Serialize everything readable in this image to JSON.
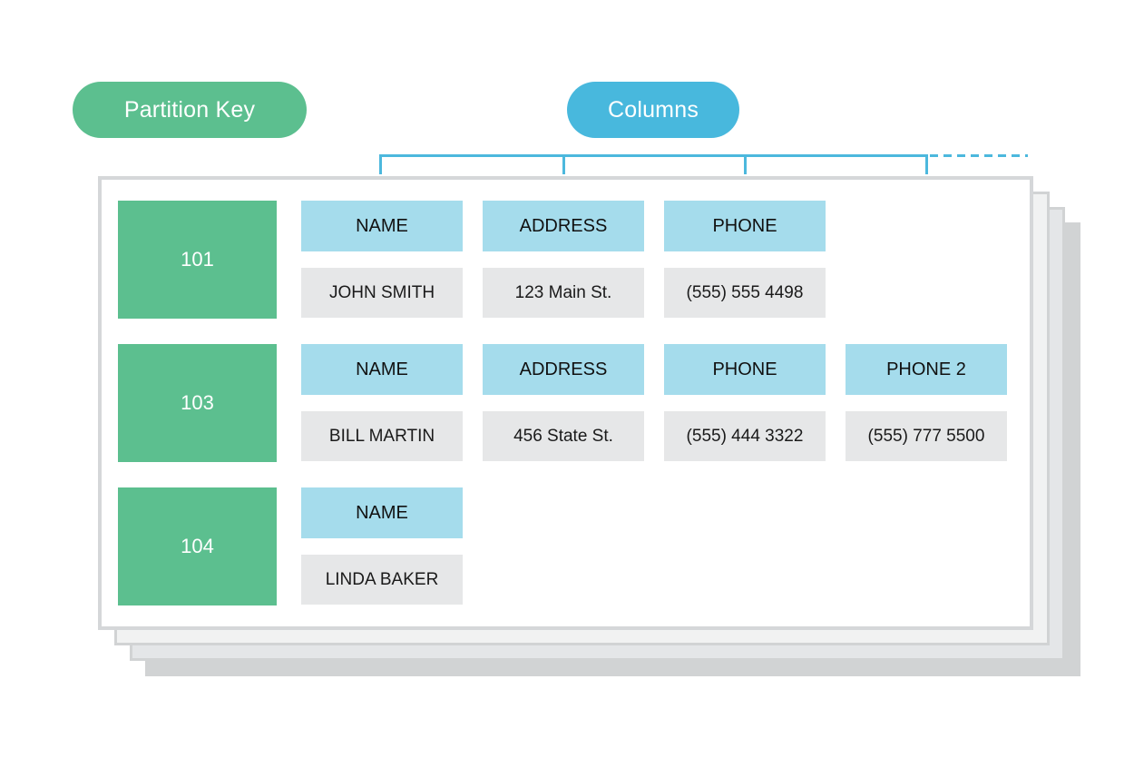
{
  "legend": {
    "partition_key_label": "Partition Key",
    "partition_key_color": "#5cbf8f",
    "columns_label": "Columns",
    "columns_color": "#48b8dd",
    "bracket_color": "#4cb8dd"
  },
  "theme": {
    "header_cell_color": "#a5dcec",
    "value_cell_color": "#e6e7e8",
    "card_border_color": "#d5d7d9",
    "stack_colors": [
      "#f1f2f2",
      "#e4e6e8",
      "#d1d3d4"
    ]
  },
  "table": {
    "rows": [
      {
        "partition_key": "101",
        "columns": [
          {
            "header": "NAME",
            "value": "JOHN SMITH"
          },
          {
            "header": "ADDRESS",
            "value": "123 Main St."
          },
          {
            "header": "PHONE",
            "value": "(555) 555 4498"
          }
        ]
      },
      {
        "partition_key": "103",
        "columns": [
          {
            "header": "NAME",
            "value": "BILL MARTIN"
          },
          {
            "header": "ADDRESS",
            "value": "456 State St."
          },
          {
            "header": "PHONE",
            "value": "(555) 444 3322"
          },
          {
            "header": "PHONE 2",
            "value": "(555) 777 5500"
          }
        ]
      },
      {
        "partition_key": "104",
        "columns": [
          {
            "header": "NAME",
            "value": "LINDA BAKER"
          }
        ]
      }
    ]
  }
}
